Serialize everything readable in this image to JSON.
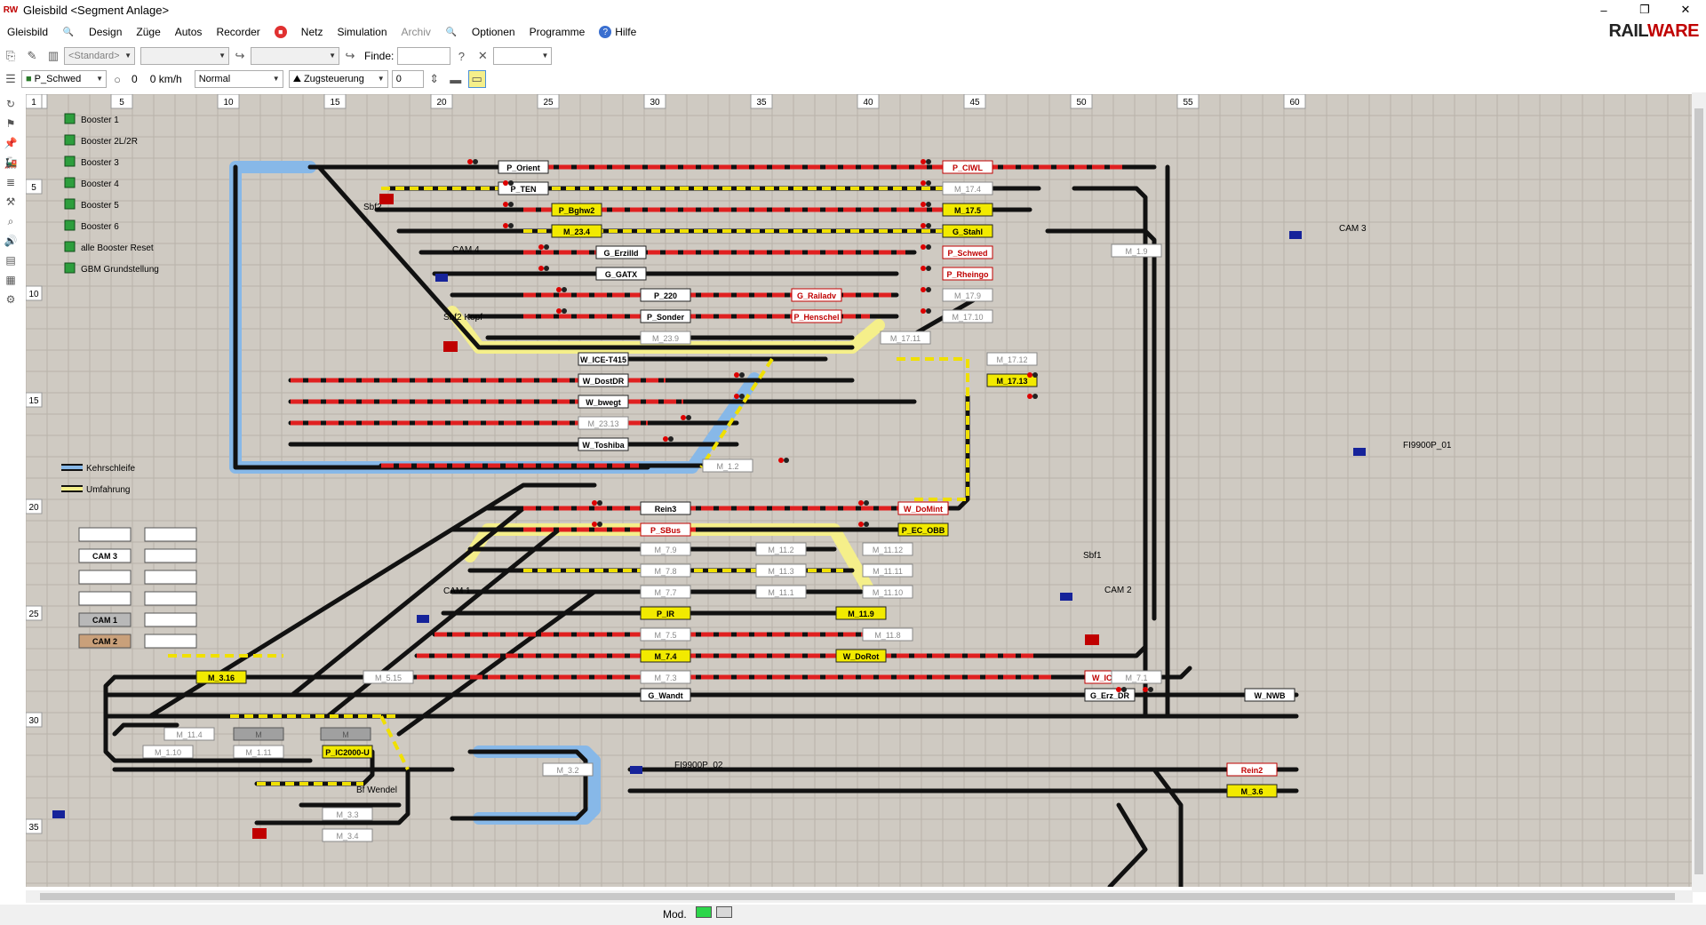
{
  "window": {
    "title": "Gleisbild <Segment Anlage>",
    "app_icon": "RW",
    "minimize": "–",
    "maximize": "❐",
    "close": "✕"
  },
  "logo": {
    "rail": "RAIL",
    "ware": "WARE"
  },
  "menu": {
    "items": [
      {
        "label": "Gleisbild",
        "icon": null
      },
      {
        "label": "",
        "icon": "search-icon"
      },
      {
        "label": "Design",
        "icon": null
      },
      {
        "label": "Züge",
        "icon": null
      },
      {
        "label": "Autos",
        "icon": null
      },
      {
        "label": "Recorder",
        "icon": null
      },
      {
        "label": "",
        "icon": "stop-icon"
      },
      {
        "label": "Netz",
        "icon": null
      },
      {
        "label": "Simulation",
        "icon": null
      },
      {
        "label": "Archiv",
        "icon": null,
        "disabled": true
      },
      {
        "label": "",
        "icon": "search-icon"
      },
      {
        "label": "Optionen",
        "icon": null
      },
      {
        "label": "Programme",
        "icon": null
      },
      {
        "label": "Hilfe",
        "icon": "help-icon"
      }
    ]
  },
  "toolbar1": {
    "standard": "<Standard>",
    "find_label": "Finde:",
    "find_value": ""
  },
  "toolbar2": {
    "train": "P_Schwed",
    "speed_count": "0",
    "speed": "0 km/h",
    "mode": "Normal",
    "control": "Zugsteuerung",
    "step": "0"
  },
  "grid": {
    "col_labels": [
      "1",
      "5",
      "10",
      "15",
      "20",
      "25",
      "30",
      "35",
      "40",
      "45",
      "50",
      "55",
      "60"
    ],
    "row_labels": [
      "1",
      "5",
      "10",
      "15",
      "20",
      "25",
      "30",
      "35"
    ]
  },
  "booster_list": [
    "Booster 1",
    "Booster 2L/2R",
    "Booster 3",
    "Booster 4",
    "Booster 5",
    "Booster 6",
    "alle Booster Reset",
    "GBM Grundstellung"
  ],
  "legend": [
    {
      "label": "Kehrschleife",
      "color": "#87b8e8"
    },
    {
      "label": "Umfahrung",
      "color": "#f5ef8a"
    }
  ],
  "cam_buttons": [
    "",
    "",
    "CAM 3",
    "",
    "",
    "",
    "",
    "",
    "CAM 1",
    "",
    "CAM 2",
    ""
  ],
  "labels": {
    "sbf2": "Sbf2",
    "cam4": "CAM 4",
    "sbf2kopf": "Sbf2 Kopf",
    "cam3": "CAM 3",
    "fi9900p01": "FI9900P_01",
    "sbf1": "Sbf1",
    "cam2": "CAM 2",
    "cam1": "CAM 1",
    "fi9900p02": "FI9900P_02",
    "bfwendel": "Bf Wendel"
  },
  "blocks": [
    {
      "t": "P_Orient",
      "s": "w"
    },
    {
      "t": "P_CIWL",
      "s": "r"
    },
    {
      "t": "P_TEN",
      "s": "w"
    },
    {
      "t": "M_17.4",
      "s": "g"
    },
    {
      "t": "P_Bghw2",
      "s": "y"
    },
    {
      "t": "M_17.5",
      "s": "y"
    },
    {
      "t": "M_23.4",
      "s": "y"
    },
    {
      "t": "G_Stahl",
      "s": "y"
    },
    {
      "t": "G_Erzilld",
      "s": "w"
    },
    {
      "t": "P_Schwed",
      "s": "r"
    },
    {
      "t": "G_GATX",
      "s": "w"
    },
    {
      "t": "P_Rheingo",
      "s": "r"
    },
    {
      "t": "P_220",
      "s": "w"
    },
    {
      "t": "G_Railadv",
      "s": "r"
    },
    {
      "t": "M_17.9",
      "s": "g"
    },
    {
      "t": "P_Sonder",
      "s": "w"
    },
    {
      "t": "P_Henschel",
      "s": "r"
    },
    {
      "t": "M_17.10",
      "s": "g"
    },
    {
      "t": "M_23.9",
      "s": "g"
    },
    {
      "t": "M_17.11",
      "s": "g"
    },
    {
      "t": "W_ICE-T415",
      "s": "w"
    },
    {
      "t": "M_17.12",
      "s": "g"
    },
    {
      "t": "W_DostDR",
      "s": "w"
    },
    {
      "t": "M_17.13",
      "s": "y"
    },
    {
      "t": "W_bwegt",
      "s": "w"
    },
    {
      "t": "M_23.13",
      "s": "g"
    },
    {
      "t": "W_Toshiba",
      "s": "w"
    },
    {
      "t": "M_1.2",
      "s": "g"
    },
    {
      "t": "Rein3",
      "s": "w"
    },
    {
      "t": "W_DoMint",
      "s": "r"
    },
    {
      "t": "P_SBus",
      "s": "r"
    },
    {
      "t": "P_EC_OBB",
      "s": "y"
    },
    {
      "t": "M_7.9",
      "s": "g"
    },
    {
      "t": "M_11.2",
      "s": "g"
    },
    {
      "t": "M_11.12",
      "s": "g"
    },
    {
      "t": "M_7.8",
      "s": "g"
    },
    {
      "t": "M_11.3",
      "s": "g"
    },
    {
      "t": "M_11.11",
      "s": "g"
    },
    {
      "t": "M_7.7",
      "s": "g"
    },
    {
      "t": "M_11.1",
      "s": "g"
    },
    {
      "t": "M_11.10",
      "s": "g"
    },
    {
      "t": "P_IR",
      "s": "y"
    },
    {
      "t": "M_11.9",
      "s": "y"
    },
    {
      "t": "M_7.5",
      "s": "g"
    },
    {
      "t": "M_11.8",
      "s": "g"
    },
    {
      "t": "M_7.4",
      "s": "y"
    },
    {
      "t": "W_DoRot",
      "s": "y"
    },
    {
      "t": "M_3.16",
      "s": "y"
    },
    {
      "t": "M_5.15",
      "s": "g"
    },
    {
      "t": "M_7.3",
      "s": "g"
    },
    {
      "t": "W_IC_NS",
      "s": "r"
    },
    {
      "t": "G_Wandt",
      "s": "w"
    },
    {
      "t": "G_Erz_DR",
      "s": "w"
    },
    {
      "t": "M_1.9",
      "s": "g"
    },
    {
      "t": "M_7.1",
      "s": "g"
    },
    {
      "t": "M_11.4",
      "s": "g"
    },
    {
      "t": "M",
      "s": "d"
    },
    {
      "t": "M",
      "s": "d"
    },
    {
      "t": "M_1.10",
      "s": "g"
    },
    {
      "t": "M_1.11",
      "s": "g"
    },
    {
      "t": "P_IC2000-U",
      "s": "y"
    },
    {
      "t": "M_3.2",
      "s": "g"
    },
    {
      "t": "M_3.3",
      "s": "g"
    },
    {
      "t": "M_3.4",
      "s": "g"
    },
    {
      "t": "Rein2",
      "s": "r"
    },
    {
      "t": "M_3.6",
      "s": "y"
    },
    {
      "t": "W_NWB",
      "s": "w"
    },
    {
      "t": "",
      "s": "w"
    },
    {
      "t": "",
      "s": "w"
    },
    {
      "t": "",
      "s": "d"
    }
  ],
  "status": {
    "mod": "Mod."
  }
}
